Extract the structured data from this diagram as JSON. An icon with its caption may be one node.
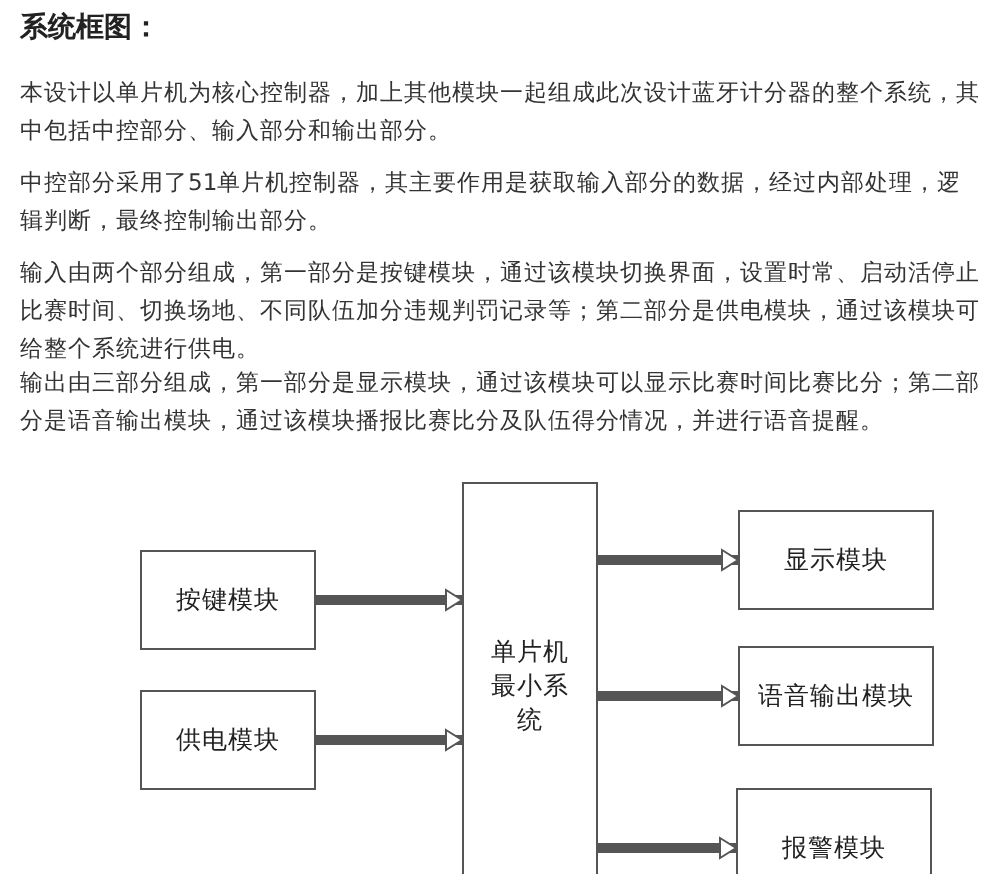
{
  "diagram": {
    "title": "系统框图：",
    "nodes": [
      {
        "text": [
          "按键模块"
        ]
      },
      {
        "text": [
          "供电模块"
        ]
      },
      {
        "text": [
          "单片机最小系统"
        ]
      },
      {
        "text": [
          "显示模块"
        ]
      },
      {
        "text": [
          "语音输出模块"
        ]
      },
      {
        "text": [
          "报警模块"
        ]
      }
    ],
    "edges": [
      {
        "from": 0,
        "to": 2,
        "arrow": "to"
      },
      {
        "from": 1,
        "to": 2,
        "arrow": "to"
      },
      {
        "from": 2,
        "to": 3,
        "arrow": "to"
      },
      {
        "from": 2,
        "to": 4,
        "arrow": "to"
      },
      {
        "from": 2,
        "to": 5,
        "arrow": "to"
      }
    ],
    "labels": [
      "本设计以单片机为核心控制器，加上其他模块一起组成此次设计蓝牙计分器的整个系统，其中包括中控部分、输入部分和输出部分。",
      "中控部分采用了51单片机控制器，其主要作用是获取输入部分的数据，经过内部处理，逻辑判断，最终控制输出部分。",
      "输入由两个部分组成，第一部分是按键模块，通过该模块切换界面，设置时常、启动活停止比赛时间、切换场地、不同队伍加分违规判罚记录等；第二部分是供电模块，通过该模块可给整个系统进行供电。",
      "输出由三部分组成，第一部分是显示模块，通过该模块可以显示比赛时间比赛比分；第二部分是语音输出模块，通过该模块播报比赛比分及队伍得分情况，并进行语音提醒。"
    ]
  }
}
